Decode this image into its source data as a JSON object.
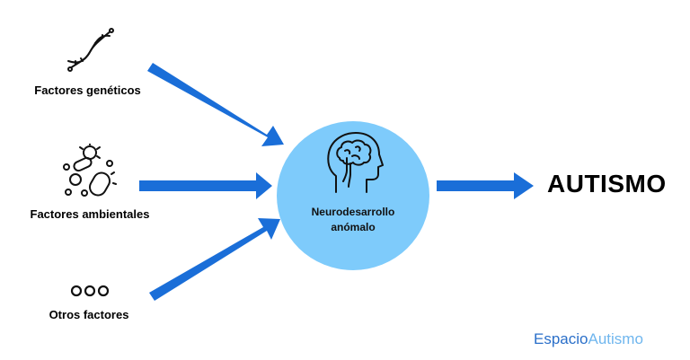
{
  "factors": [
    {
      "label": "Factores genéticos",
      "icon": "dna-icon"
    },
    {
      "label": "Factores ambientales",
      "icon": "microbes-icon"
    },
    {
      "label": "Otros factores",
      "icon": "ellipsis-icon"
    }
  ],
  "center": {
    "label_line1": "Neurodesarrollo",
    "label_line2": "anómalo",
    "icon": "brain-head-icon",
    "color": "#7ecbfb"
  },
  "result": {
    "label": "AUTISMO"
  },
  "brand": {
    "part1": "Espacio",
    "part2": "Autismo",
    "color1": "#2a6fc9",
    "color2": "#6fb6ee"
  },
  "arrow_color": "#1a6ed8"
}
